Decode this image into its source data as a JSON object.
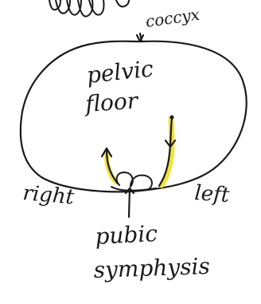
{
  "labels": {
    "coccyx": "coccyx",
    "pelvic": "pelvic",
    "floor": "floor",
    "right": "right",
    "left": "left",
    "pubic": "pubic",
    "symphysis": "symphysis"
  },
  "colors": {
    "ink": "#1a1a1a",
    "highlight": "#f2e23a",
    "background": "#ffffff"
  }
}
